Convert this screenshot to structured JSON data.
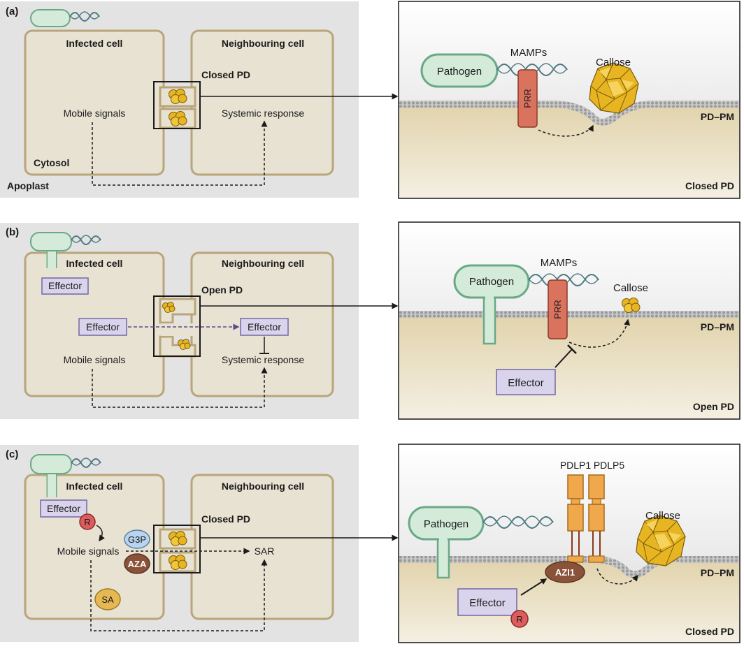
{
  "panels": [
    {
      "letter": "(a)",
      "infected_cell": "Infected cell",
      "neighbouring_cell": "Neighbouring cell",
      "pd_state": "Closed PD",
      "mobile_signals": "Mobile signals",
      "systemic_response": "Systemic response",
      "cytosol": "Cytosol",
      "apoplast": "Apoplast",
      "zoom": {
        "pathogen": "Pathogen",
        "mamps": "MAMPs",
        "prr": "PRR",
        "callose": "Callose",
        "membrane": "PD–PM",
        "state": "Closed PD"
      }
    },
    {
      "letter": "(b)",
      "infected_cell": "Infected cell",
      "neighbouring_cell": "Neighbouring cell",
      "effector_top": "Effector",
      "pd_state": "Open PD",
      "effector_left": "Effector",
      "effector_right": "Effector",
      "mobile_signals": "Mobile signals",
      "systemic_response": "Systemic response",
      "zoom": {
        "pathogen": "Pathogen",
        "mamps": "MAMPs",
        "prr": "PRR",
        "callose": "Callose",
        "membrane": "PD–PM",
        "effector": "Effector",
        "state": "Open PD"
      }
    },
    {
      "letter": "(c)",
      "infected_cell": "Infected cell",
      "neighbouring_cell": "Neighbouring cell",
      "effector": "Effector",
      "r": "R",
      "g3p": "G3P",
      "aza": "AZA",
      "sa": "SA",
      "pd_state": "Closed PD",
      "mobile_signals": "Mobile signals",
      "sar": "SAR",
      "zoom": {
        "pathogen": "Pathogen",
        "pdlp1": "PDLP1",
        "pdlp5": "PDLP5",
        "callose": "Callose",
        "azi1": "AZI1",
        "membrane": "PD–PM",
        "effector": "Effector",
        "r": "R",
        "state": "Closed PD"
      }
    }
  ],
  "colors": {
    "panel_bg": "#e3e3e3",
    "cell_fill": "#e8e2d3",
    "cell_border": "#b9a57a",
    "pathogen_fill": "#d4ebd9",
    "pathogen_border": "#6aa987",
    "effector_fill": "#d9d4ec",
    "effector_border": "#7466a3",
    "prr_fill": "#d9735e",
    "callose": "#e8b522",
    "r_fill": "#dd5d5d",
    "g3p_fill": "#b9d4ef",
    "aza_fill": "#8a5238",
    "sa_fill": "#e6b854",
    "pdlp_fill": "#f0a84c",
    "cytoplasm": "#eadfc3",
    "signal_dash_effector": "#5a4a8e"
  }
}
